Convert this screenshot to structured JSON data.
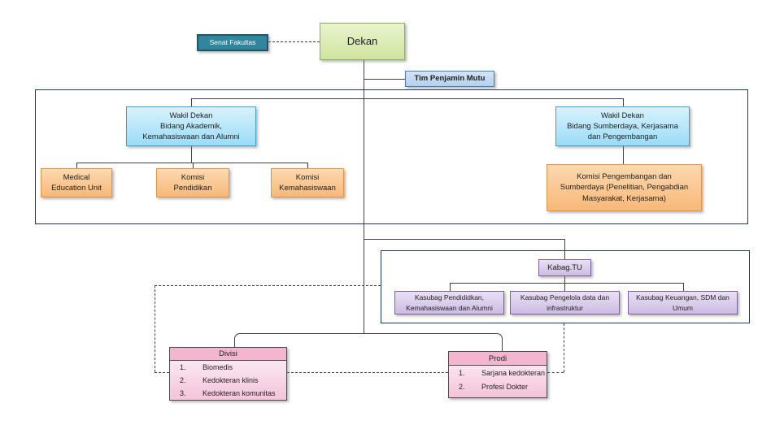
{
  "diagram_type": "organization-chart",
  "nodes": {
    "senat_fakultas": {
      "label": "Senat Fakultas"
    },
    "dekan": {
      "label": "Dekan"
    },
    "tim_penjamin_mutu": {
      "label": "Tim Penjamin Mutu"
    },
    "wakil_dekan_akademik": {
      "label": "Wakil Dekan\nBidang Akademik,\nKemahasiswaan dan Alumni"
    },
    "wakil_dekan_sumberdaya": {
      "label": "Wakil Dekan\nBidang Sumberdaya, Kerjasama\ndan Pengembangan"
    },
    "medical_education_unit": {
      "label": "Medical\nEducation Unit"
    },
    "komisi_pendidikan": {
      "label": "Komisi\nPendidikan"
    },
    "komisi_kemahasiswaan": {
      "label": "Komisi\nKemahasiswaan"
    },
    "komisi_pengembangan": {
      "label": "Komisi Pengembangan dan\nSumberdaya (Penelitian, Pengabdian\nMasyarakat, Kerjasama)"
    },
    "kabag_tu": {
      "label": "Kabag.TU"
    },
    "kasubag_pendidikan": {
      "label": "Kasubag Pendididkan,\nKemahasiswaan dan Alumni"
    },
    "kasubag_pengelola_data": {
      "label": "Kasubag Pengelola data dan\ninfrastruktur"
    },
    "kasubag_keuangan": {
      "label": "Kasubag Keuangan, SDM dan\nUmum"
    },
    "divisi": {
      "title": "Divisi",
      "items": [
        {
          "n": "1.",
          "text": "Biomedis"
        },
        {
          "n": "2.",
          "text": "Kedokteran klinis"
        },
        {
          "n": "3.",
          "text": "Kedokteran komunitas"
        }
      ]
    },
    "prodi": {
      "title": "Prodi",
      "items": [
        {
          "n": "1.",
          "text": "Sarjana kedokteran"
        },
        {
          "n": "2.",
          "text": "Profesi Dokter"
        }
      ]
    }
  },
  "colors": {
    "senat_fill": "#31859C",
    "senat_border": "#1E5766",
    "dekan_fill": "#D9E8A8",
    "dekan_border": "#8DB04A",
    "tim_fill": "#C2D8F2",
    "tim_border": "#4A7EBB",
    "wakil_fill": "#A8E0F8",
    "wakil_border": "#41A0C3",
    "komisi_fill": "#FAC090",
    "komisi_border": "#E19543",
    "kabag_fill": "#D9CBEB",
    "kabag_border": "#7D60A0",
    "pink_header": "#F3B5D0",
    "pink_body": "#F5C3DA",
    "frame_border": "#1F3A5F",
    "connector": "#404040"
  }
}
